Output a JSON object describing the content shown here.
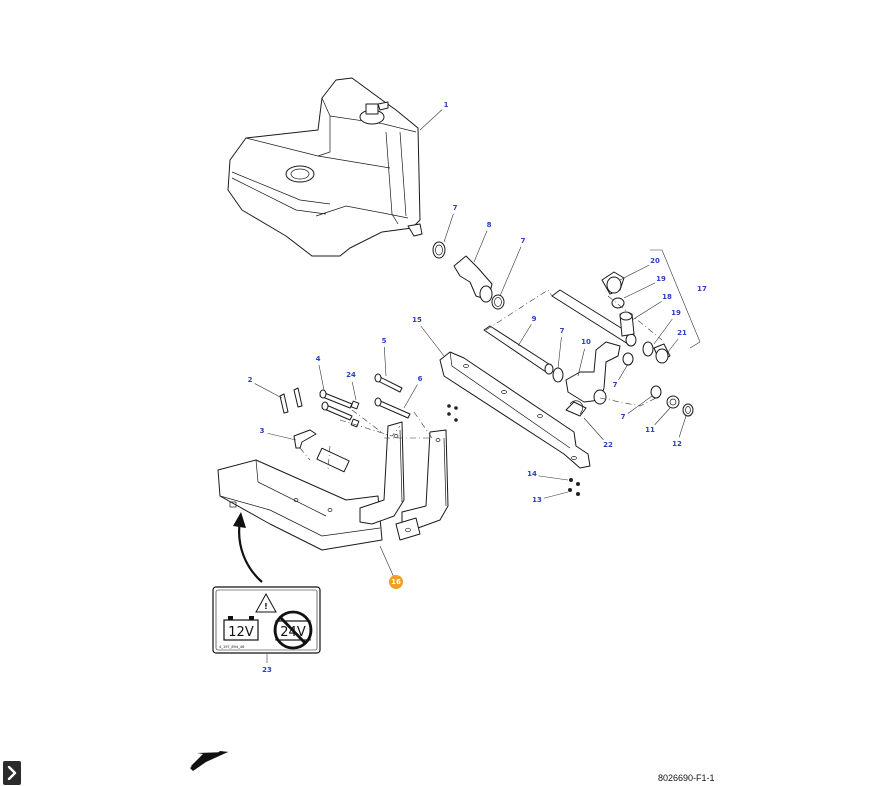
{
  "figure": {
    "id_text": "8026690-F1-1",
    "selected_callout": "16",
    "accent_color": "#f0a020",
    "callout_text_color": "#2a3fbf"
  },
  "callouts": [
    "1",
    "2",
    "3",
    "4",
    "5",
    "6",
    "7",
    "8",
    "9",
    "10",
    "11",
    "12",
    "13",
    "14",
    "15",
    "16",
    "17",
    "18",
    "19",
    "20",
    "21",
    "22",
    "23",
    "24"
  ],
  "decal": {
    "left_text": "12V",
    "right_text": "24V",
    "small_text": "4_197_894_46"
  },
  "controls": {
    "expand_icon": "chevron-right-icon",
    "direction_icon": "arrow-down-left-icon"
  }
}
